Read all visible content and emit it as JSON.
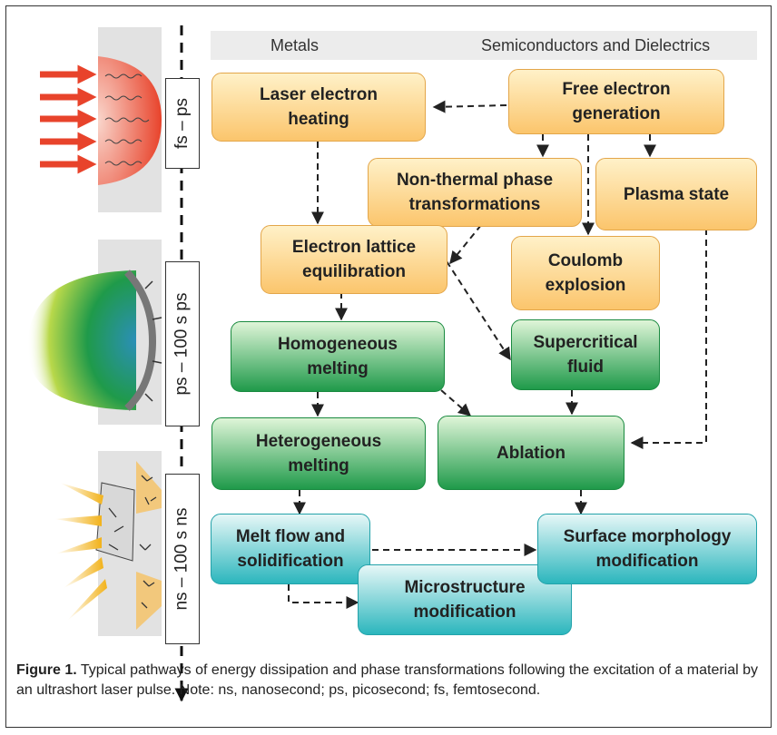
{
  "header": {
    "metals": "Metals",
    "semiconductors": "Semiconductors and Dielectrics"
  },
  "timescales": {
    "fs_ps": "fs – ps",
    "ps_100ps": "ps – 100 s ps",
    "ns_100ns": "ns – 100 s ns"
  },
  "boxes": {
    "laser_heating": "Laser electron\nheating",
    "free_electron": "Free electron\ngeneration",
    "non_thermal": "Non-thermal phase\ntransformations",
    "plasma": "Plasma state",
    "electron_lattice": "Electron lattice\nequilibration",
    "coulomb": "Coulomb\nexplosion",
    "homogeneous": "Homogeneous\nmelting",
    "supercritical": "Supercritical\nfluid",
    "heterogeneous": "Heterogeneous\nmelting",
    "ablation": "Ablation",
    "melt_flow": "Melt flow and\nsolidification",
    "surface_morph": "Surface morphology\nmodification",
    "microstructure": "Microstructure\nmodification"
  },
  "caption": {
    "label": "Figure 1.",
    "text": " Typical pathways of energy dissipation and phase transformations following the excitation of a material by an ultrashort laser pulse. Note: ns, nanosecond; ps, picosecond; fs, femtosecond."
  },
  "colors": {
    "orange": "#fbc56c",
    "green": "#1f9a4a",
    "teal": "#2bb6bd",
    "laser": "#e8432b"
  }
}
